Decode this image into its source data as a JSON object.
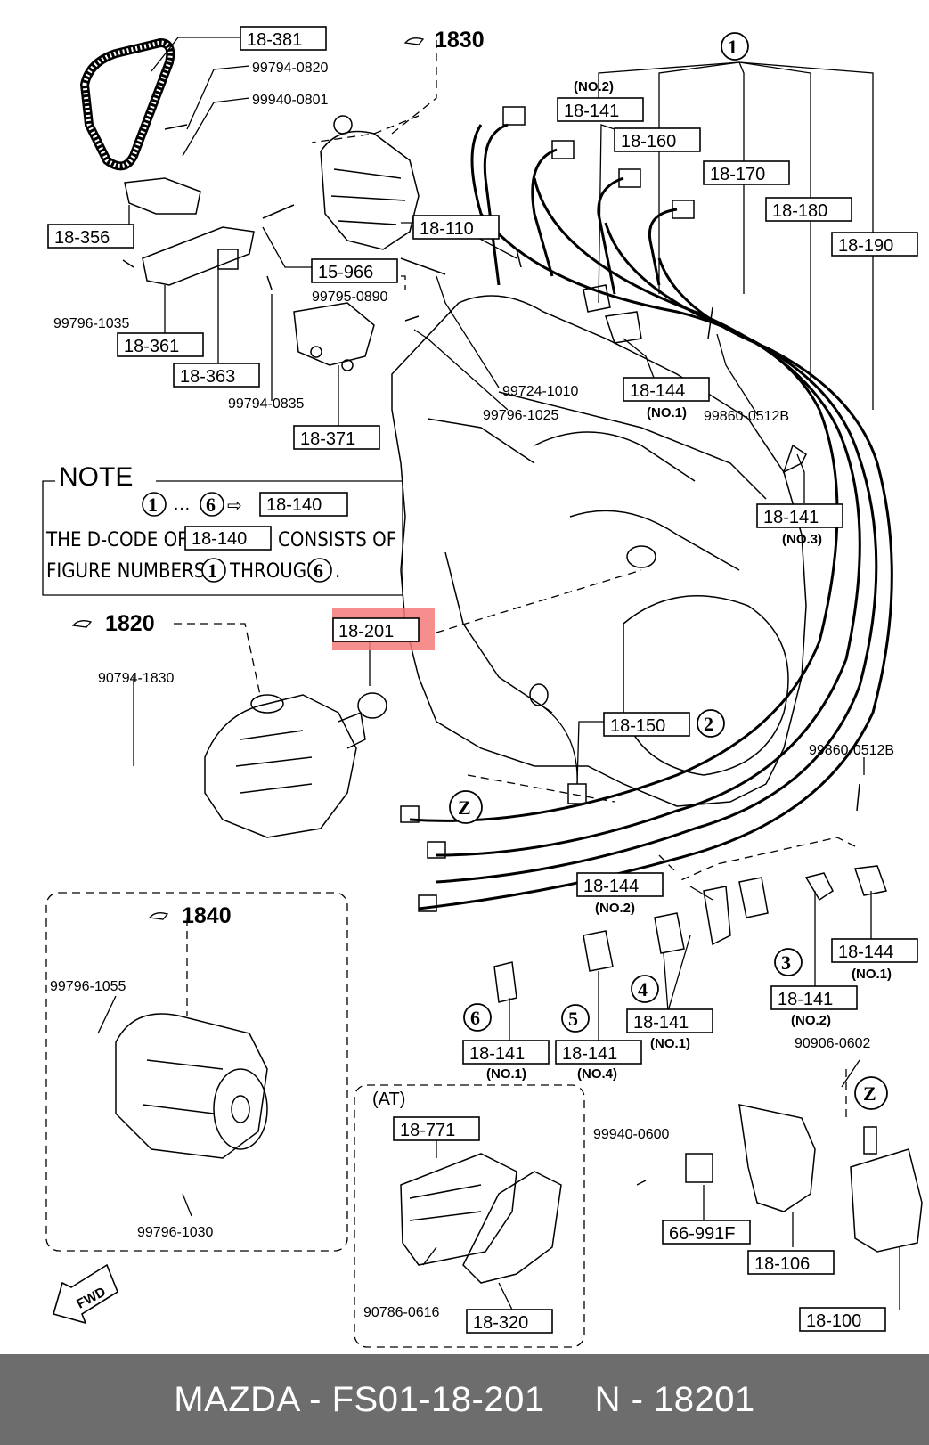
{
  "sections": {
    "s1830": "1830",
    "s1820": "1820",
    "s1840": "1840",
    "at": "(AT)"
  },
  "labels": {
    "l18381": "18-381",
    "l18356": "18-356",
    "l18361": "18-361",
    "l18363": "18-363",
    "l18371": "18-371",
    "l15966": "15-966",
    "l18110": "18-110",
    "l18141a": "18-141",
    "l18160": "18-160",
    "l18170": "18-170",
    "l18180": "18-180",
    "l18190": "18-190",
    "l18144a": "18-144",
    "l18141b": "18-141",
    "l18201": "18-201",
    "l18150": "18-150",
    "l18144b": "18-144",
    "l18144c": "18-144",
    "l18141c": "18-141",
    "l18141d": "18-141",
    "l18141e": "18-141",
    "l18141f": "18-141",
    "l18771": "18-771",
    "l18320": "18-320",
    "l66991f": "66-991F",
    "l18106": "18-106",
    "l18100": "18-100",
    "note140a": "18-140",
    "note140b": "18-140"
  },
  "parts": {
    "p0820": "99794-0820",
    "p0801": "99940-0801",
    "p1035": "99796-1035",
    "p0835": "99794-0835",
    "p0890": "99795-0890",
    "p1010": "99724-1010",
    "p1025": "99796-1025",
    "p0512a": "99860-0512B",
    "p0512b": "99860-0512B",
    "p1830": "90794-1830",
    "p1055": "99796-1055",
    "p1030": "99796-1030",
    "p0616": "90786-0616",
    "p0600": "99940-0600",
    "p0602": "90906-0602"
  },
  "subs": {
    "no2a": "(NO.2)",
    "no1a": "(NO.1)",
    "no3": "(NO.3)",
    "no2b": "(NO.2)",
    "no1b": "(NO.1)",
    "no2c": "(NO.2)",
    "no1c": "(NO.1)",
    "no1d": "(NO.1)",
    "no4": "(NO.4)"
  },
  "circles": {
    "c1": "1",
    "c2": "2",
    "c3": "3",
    "c4": "4",
    "c5": "5",
    "c6": "6",
    "cz1": "Z",
    "cz2": "Z",
    "n1": "1",
    "n6": "6",
    "n1b": "1",
    "n6b": "6"
  },
  "note": {
    "title": "NOTE",
    "range": "…",
    "arrow": "⇨",
    "line2a": "THE D-CODE OF",
    "line2b": "CONSISTS OF",
    "line3a": "FIGURE NUMBERS",
    "line3b": "THROUGH",
    "line3c": "."
  },
  "fwd": "FWD",
  "footer": {
    "left": "MAZDA - FS01-18-201",
    "right": "N - 18201"
  },
  "colors": {
    "highlight": "#f47a7a",
    "footer_bg": "#6d6d6d"
  }
}
